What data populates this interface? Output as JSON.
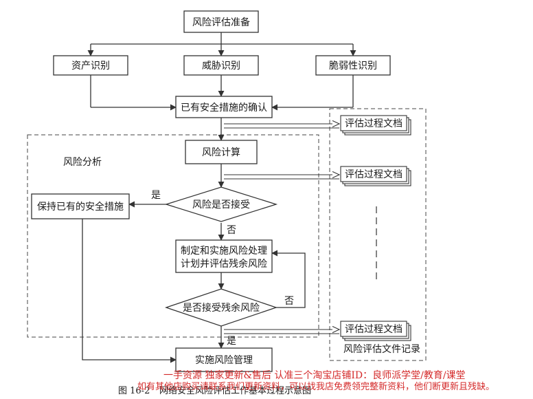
{
  "diagram": {
    "nodes": {
      "prep": "风险评估准备",
      "asset": "资产识别",
      "threat": "威胁识别",
      "vuln": "脆弱性识别",
      "confirm": "已有安全措施的确认",
      "calc": "风险计算",
      "accept": "风险是否接受",
      "keep": "保持已有的安全措施",
      "plan_line1": "制定和实施风险处理",
      "plan_line2": "计划并评估残余风险",
      "residual": "是否接受残余风险",
      "implement": "实施风险管理"
    },
    "labels": {
      "analysis": "风险分析",
      "yes": "是",
      "no": "否",
      "doc": "评估过程文档",
      "doc_record": "风险评估文件记录"
    },
    "caption": {
      "number": "图 16-2",
      "text": "网络安全风险评估工作基本过程示意图"
    },
    "watermark": {
      "line1": "一手资源 独家更新&售后 认准三个淘宝店铺ID：良师派学堂/教育/课堂",
      "line2": "如有其他店购买请联系我们更新资料，可以找我店免费领完整新资料，他们断更新且残缺。"
    }
  },
  "colors": {
    "line": "#333333",
    "watermark": "#d42a2a"
  }
}
